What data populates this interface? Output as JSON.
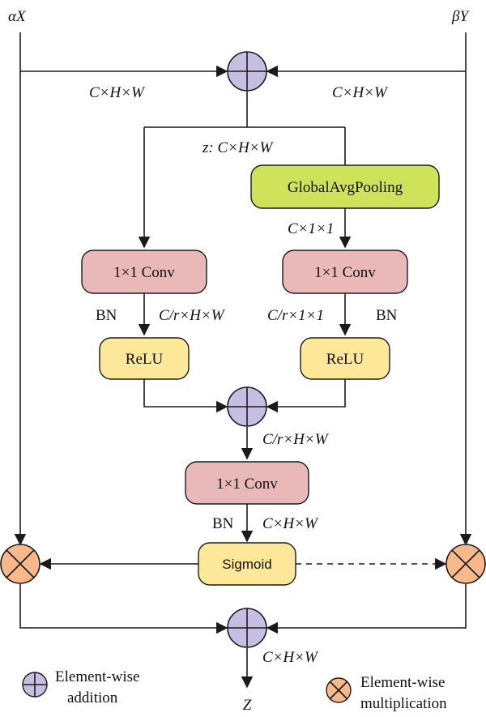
{
  "inputs": {
    "left": "αX",
    "right": "βY",
    "output": "Z"
  },
  "dims": {
    "top_left": "C×H×W",
    "top_right": "C×H×W",
    "z": "z: C×H×W",
    "gap_out": "C×1×1",
    "left_relu_in": "C/r×H×W",
    "right_relu_in": "C/r×1×1",
    "mid": "C/r×H×W",
    "sig_in": "C×H×W",
    "final": "C×H×W"
  },
  "bn": {
    "left": "BN",
    "right": "BN",
    "center": "BN"
  },
  "blocks": {
    "gap": "GlobalAvgPooling",
    "conv_left": "1×1 Conv",
    "conv_right": "1×1 Conv",
    "relu_left": "ReLU",
    "relu_right": "ReLU",
    "conv_center": "1×1 Conv",
    "sigmoid": "Sigmoid"
  },
  "legend": {
    "add_line1": "Element-wise",
    "add_line2": "addition",
    "mul_line1": "Element-wise",
    "mul_line2": "multiplication"
  },
  "colors": {
    "gap": "#cfe35a",
    "conv": "#e8b9b8",
    "relu": "#fde89a",
    "add_node": "#c6bee3",
    "mul_node": "#f7b98a"
  }
}
